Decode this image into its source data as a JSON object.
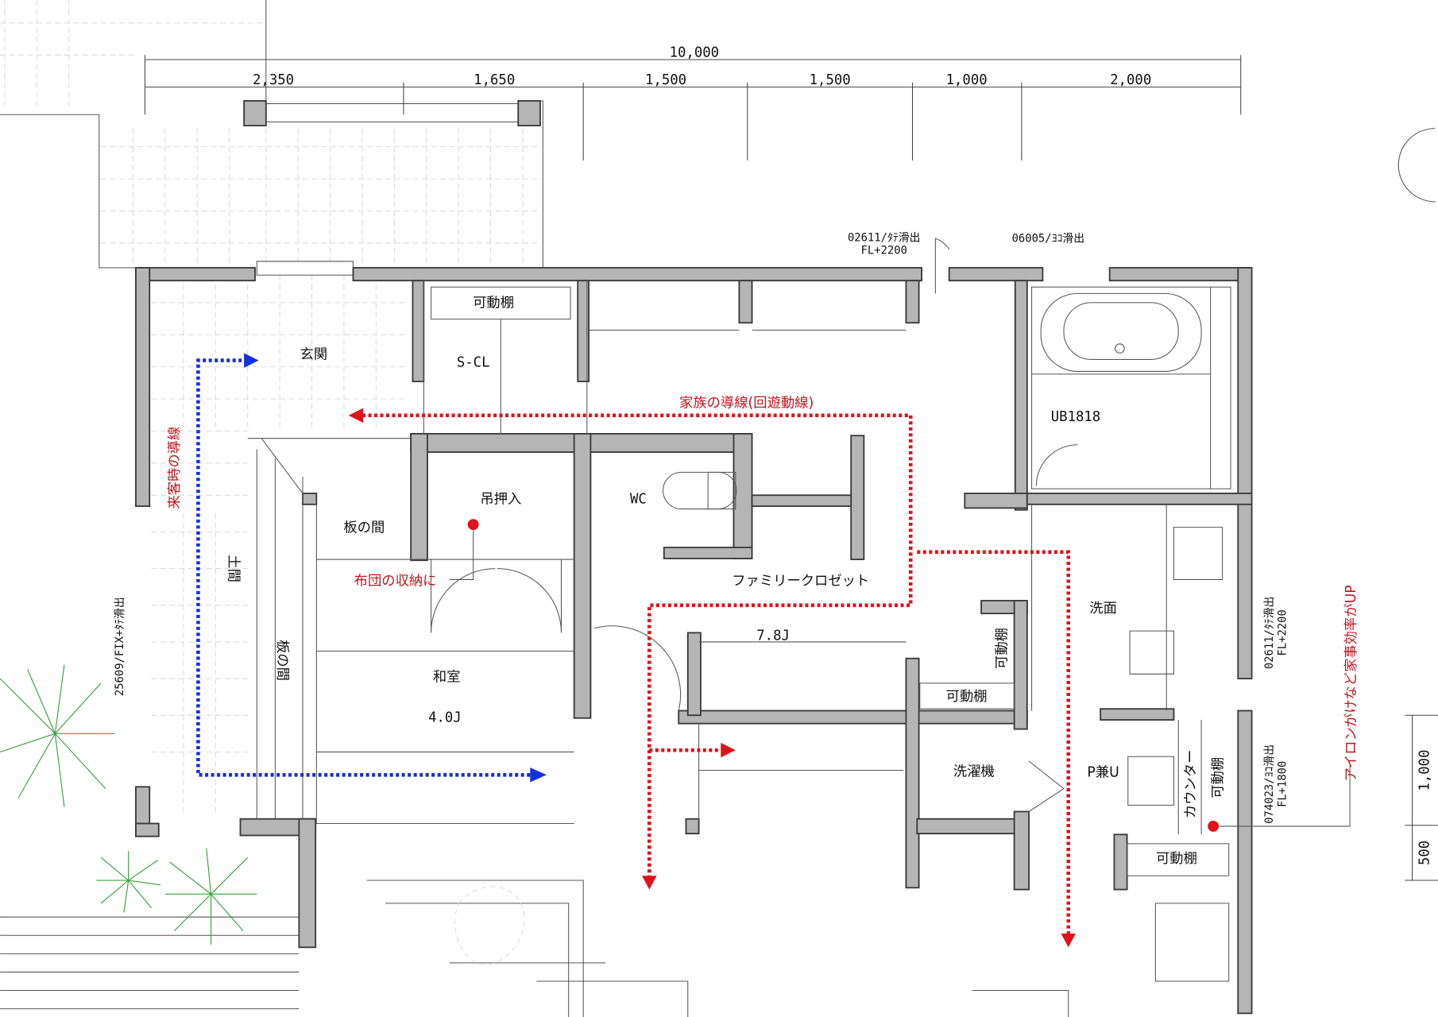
{
  "dimensions": {
    "overall": "10,000",
    "segments": [
      "2,350",
      "1,650",
      "1,500",
      "1,500",
      "1,000",
      "2,000"
    ],
    "right": [
      "1,000",
      "500"
    ]
  },
  "rooms": {
    "genkan": "玄関",
    "scl_shelf": "可動棚",
    "scl": "S-CL",
    "ub": "UB1818",
    "tsurioshiire": "吊押入",
    "wc": "WC",
    "itanoma_top": "板の間",
    "family_closet": "ファミリークロゼット",
    "family_closet_size": "7.8J",
    "senmen": "洗面",
    "shelf_vertical": "可動棚",
    "washitsu": "和室",
    "washitsu_size": "4.0J",
    "shelf_lower": "可動棚",
    "sentakuki": "洗濯機",
    "pantry": "P兼U",
    "counter": "カウンター",
    "shelf_pantry_v": "可動棚",
    "shelf_pantry": "可動棚",
    "doma": "土間",
    "itanoma_side": "板の間"
  },
  "windows": {
    "w1_code": "02611/ﾀﾃ滑出",
    "w1_fl": "FL+2200",
    "w2_code": "06005/ﾖｺ滑出",
    "w3_code": "02611/ﾀﾃ滑出",
    "w3_fl": "FL+2200",
    "w4_code": "074023/ﾖｺ滑出",
    "w4_fl": "FL+1800",
    "w5_code": "25609/FIX+ﾀﾃ滑出"
  },
  "annotations": {
    "family_route": "家族の導線(回遊動線)",
    "guest_route": "来客時の導線",
    "futon": "布団の収納に",
    "ironing": "アイロンがけなど家事効率がUP"
  },
  "colors": {
    "family_route": "#e0121a",
    "guest_route": "#1430e0",
    "wall": "#b5b5b5"
  }
}
